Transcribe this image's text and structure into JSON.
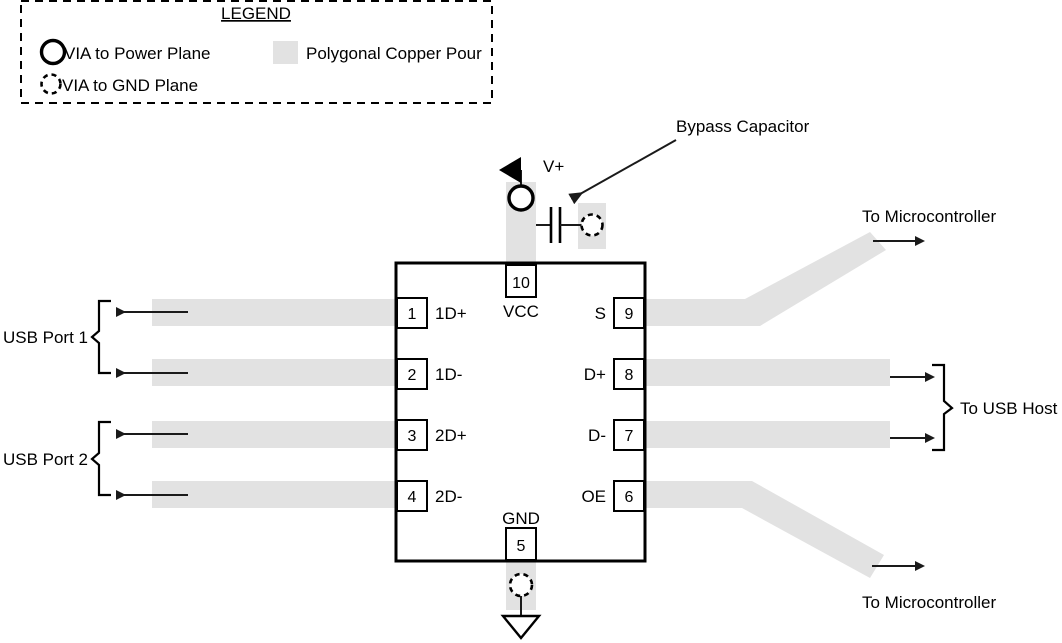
{
  "legend": {
    "title": "LEGEND",
    "items": [
      {
        "icon": "via-power-plane-icon",
        "label": "VIA to Power Plane"
      },
      {
        "icon": "via-gnd-plane-icon",
        "label": "VIA to GND Plane"
      },
      {
        "icon": "copper-pour-swatch",
        "label": "Polygonal Copper Pour"
      }
    ]
  },
  "colors": {
    "copper_pour": "#e2e2e2",
    "line": "#000000",
    "background": "#ffffff"
  },
  "ic": {
    "pins_left": [
      {
        "number": "1",
        "name": "1D+"
      },
      {
        "number": "2",
        "name": "1D-"
      },
      {
        "number": "3",
        "name": "2D+"
      },
      {
        "number": "4",
        "name": "2D-"
      }
    ],
    "pins_right": [
      {
        "number": "9",
        "name": "S"
      },
      {
        "number": "8",
        "name": "D+"
      },
      {
        "number": "7",
        "name": "D-"
      },
      {
        "number": "6",
        "name": "OE"
      }
    ],
    "pin_top": {
      "number": "10",
      "name": "VCC"
    },
    "pin_bottom": {
      "number": "5",
      "name": "GND"
    }
  },
  "annotations": {
    "power_rail": "V+",
    "bypass_capacitor": "Bypass Capacitor",
    "usb_port_1": "USB Port 1",
    "usb_port_2": "USB Port 2",
    "to_usb_host": "To USB Host",
    "to_microcontroller_top": "To Microcontroller",
    "to_microcontroller_bottom": "To Microcontroller"
  }
}
